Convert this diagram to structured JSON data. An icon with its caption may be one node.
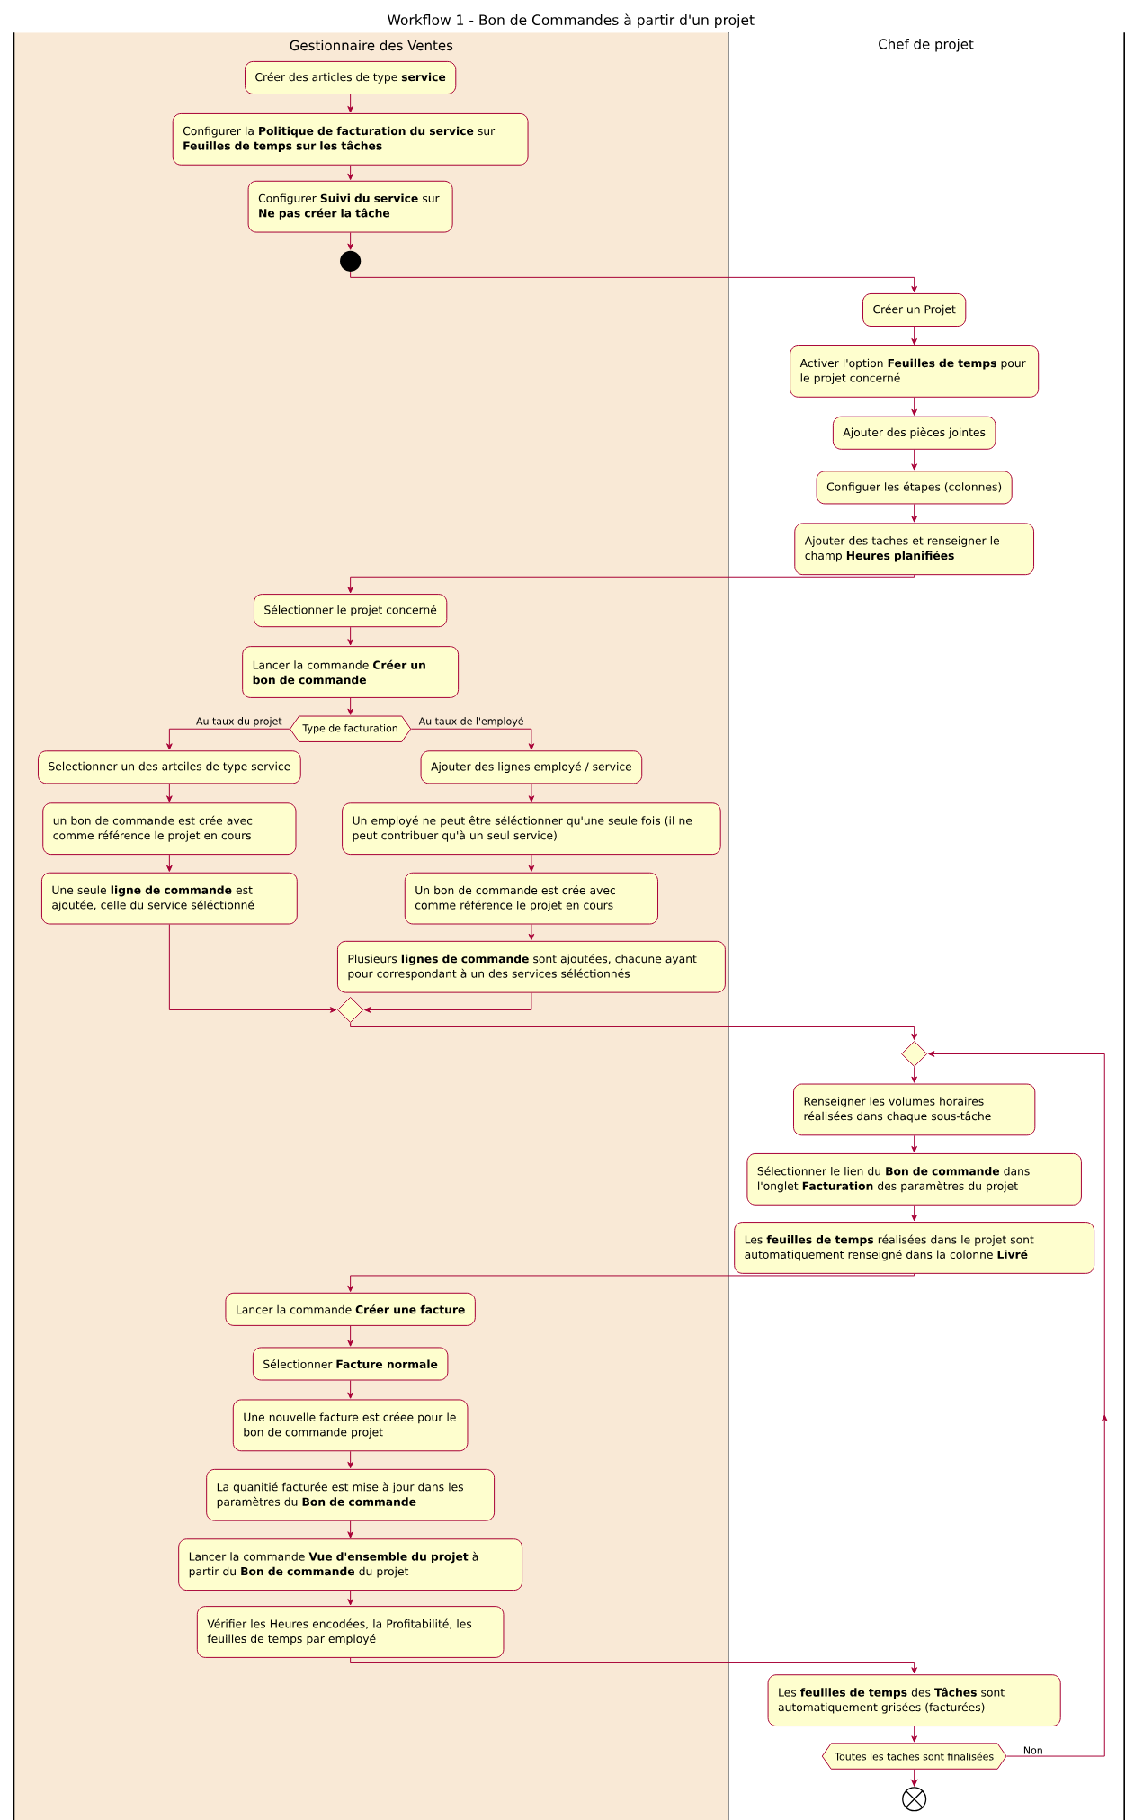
{
  "diagram": {
    "title": "Workflow 1 - Bon de Commandes à partir d'un projet",
    "nodes": [
      {
        "text": [
          "Gestionnaire des Ventes"
        ]
      },
      {
        "text": [
          "Chef de projet"
        ]
      },
      {
        "text": [
          "Créer des articles de type **service**"
        ],
        "in": 0
      },
      {
        "text": [
          "Configurer la **Politique de facturation du service** sur **Feuilles de temps sur les tâches**"
        ],
        "in": 0
      },
      {
        "text": [
          "Configurer **Suivi du service** sur **Ne pas créer la tâche**"
        ],
        "in": 0
      },
      {
        "text": [],
        "shape": "circle",
        "in": 0
      },
      {
        "text": [
          "Créer un Projet"
        ],
        "in": 1
      },
      {
        "text": [
          "Activer l'option **Feuilles de temps** pour le projet concerné"
        ],
        "in": 1
      },
      {
        "text": [
          "Ajouter des pièces jointes"
        ],
        "in": 1
      },
      {
        "text": [
          "Configuer les étapes (colonnes)"
        ],
        "in": 1
      },
      {
        "text": [
          "Ajouter des taches et renseigner le champ **Heures planifiées**"
        ],
        "in": 1
      },
      {
        "text": [
          "Sélectionner le projet concerné"
        ],
        "in": 0
      },
      {
        "text": [
          "Lancer la commande **Créer un bon de commande**"
        ],
        "in": 0
      },
      {
        "text": [
          "Type de facturation"
        ],
        "in": 0
      },
      {
        "text": [
          "Selectionner un des artciles de type service"
        ],
        "in": 0
      },
      {
        "text": [
          "un bon de commande est crée avec comme référence le projet en cours"
        ],
        "in": 0
      },
      {
        "text": [
          "Une seule **ligne de commande** est ajoutée, celle du service séléctionné"
        ],
        "in": 0
      },
      {
        "text": [
          "Ajouter des lignes employé / service"
        ],
        "in": 0
      },
      {
        "text": [
          "Un employé ne peut être séléctionner qu'une seule fois (il ne peut contribuer qu'à un seul service)"
        ],
        "in": 0
      },
      {
        "text": [
          "Un bon de commande est crée avec comme référence le projet en cours"
        ],
        "in": 0
      },
      {
        "text": [
          "Plusieurs **lignes de commande** sont ajoutées, chacune ayant pour correspondant à un des services séléctionnés"
        ],
        "in": 0
      },
      {
        "text": [],
        "shape": "diamond",
        "in": 0
      },
      {
        "text": [],
        "shape": "diamond",
        "in": 1
      },
      {
        "text": [
          "Renseigner les volumes horaires réalisées dans chaque sous-tâche"
        ],
        "in": 1
      },
      {
        "text": [
          "Sélectionner le lien du **Bon de commande** dans l'onglet **Facturation** des paramètres du projet"
        ],
        "in": 1
      },
      {
        "text": [
          "Les **feuilles de temps** réalisées dans le projet sont automatiquement renseigné dans la colonne **Livré**"
        ],
        "in": 1
      },
      {
        "text": [
          "Lancer la commande **Créer une facture**"
        ],
        "in": 0
      },
      {
        "text": [
          "Sélectionner **Facture normale**"
        ],
        "in": 0
      },
      {
        "text": [
          "Une nouvelle facture est créee pour le bon de commande projet"
        ],
        "in": 0
      },
      {
        "text": [
          "La quanitié facturée est mise à jour dans les paramètres du **Bon de commande**"
        ],
        "in": 0
      },
      {
        "text": [
          "Lancer la commande **Vue d'ensemble du projet** à partir du **Bon de commande** du projet"
        ],
        "in": 0
      },
      {
        "text": [
          "Vérifier les Heures encodées, la Profitabilité, les feuilles de temps par employé"
        ],
        "in": 0
      },
      {
        "text": [
          "Les **feuilles de temps** des **Tâches** sont automatiquement grisées (facturées)"
        ],
        "in": 1
      },
      {
        "text": [
          "Toutes les taches sont finalisées"
        ],
        "in": 1
      },
      {
        "text": [],
        "shape": "circle",
        "in": 1
      }
    ],
    "edges": [
      {
        "from": 2,
        "to": 3,
        "arrow": "to"
      },
      {
        "from": 3,
        "to": 4,
        "arrow": "to"
      },
      {
        "from": 4,
        "to": 5,
        "arrow": "to"
      },
      {
        "from": 5,
        "to": 6,
        "arrow": "to"
      },
      {
        "from": 6,
        "to": 7,
        "arrow": "to"
      },
      {
        "from": 7,
        "to": 8,
        "arrow": "to"
      },
      {
        "from": 8,
        "to": 9,
        "arrow": "to"
      },
      {
        "from": 9,
        "to": 10,
        "arrow": "to"
      },
      {
        "from": 10,
        "to": 11,
        "arrow": "to"
      },
      {
        "from": 11,
        "to": 12,
        "arrow": "to"
      },
      {
        "from": 12,
        "to": 13,
        "arrow": "to"
      },
      {
        "from": 13,
        "to": 14,
        "arrow": "to",
        "label": "Au taux du projet"
      },
      {
        "from": 13,
        "to": 17,
        "arrow": "to",
        "label": "Au taux de l'employé"
      },
      {
        "from": 14,
        "to": 15,
        "arrow": "to"
      },
      {
        "from": 15,
        "to": 16,
        "arrow": "to"
      },
      {
        "from": 16,
        "to": 21,
        "arrow": "to"
      },
      {
        "from": 17,
        "to": 18,
        "arrow": "to"
      },
      {
        "from": 18,
        "to": 19,
        "arrow": "to"
      },
      {
        "from": 19,
        "to": 20,
        "arrow": "to"
      },
      {
        "from": 20,
        "to": 21,
        "arrow": "to"
      },
      {
        "from": 21,
        "to": 22,
        "arrow": "to"
      },
      {
        "from": 22,
        "to": 23,
        "arrow": "to"
      },
      {
        "from": 23,
        "to": 24,
        "arrow": "to"
      },
      {
        "from": 24,
        "to": 25,
        "arrow": "to"
      },
      {
        "from": 25,
        "to": 26,
        "arrow": "to"
      },
      {
        "from": 26,
        "to": 27,
        "arrow": "to"
      },
      {
        "from": 27,
        "to": 28,
        "arrow": "to"
      },
      {
        "from": 28,
        "to": 29,
        "arrow": "to"
      },
      {
        "from": 29,
        "to": 30,
        "arrow": "to"
      },
      {
        "from": 30,
        "to": 31,
        "arrow": "to"
      },
      {
        "from": 31,
        "to": 32,
        "arrow": "to"
      },
      {
        "from": 32,
        "to": 33,
        "arrow": "to"
      },
      {
        "from": 33,
        "to": 22,
        "arrow": "to",
        "label": "Non"
      },
      {
        "from": 33,
        "to": 34,
        "arrow": "to"
      }
    ]
  }
}
